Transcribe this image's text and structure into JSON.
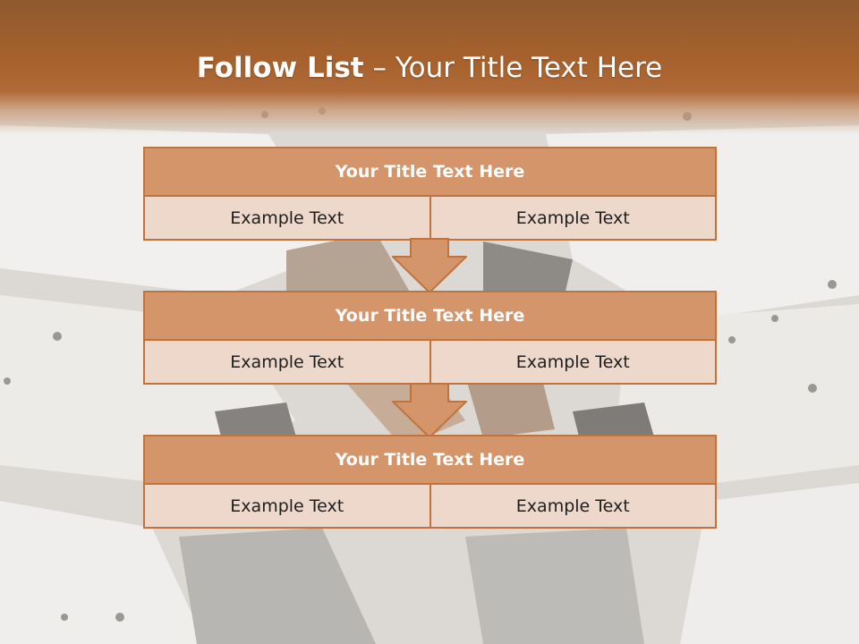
{
  "slide": {
    "title_bold": "Follow List",
    "title_rest": " – Your Title Text Here"
  },
  "steps": [
    {
      "title": "Your Title Text Here",
      "left": "Example Text",
      "right": "Example Text"
    },
    {
      "title": "Your Title Text Here",
      "left": "Example Text",
      "right": "Example Text"
    },
    {
      "title": "Your Title Text Here",
      "left": "Example Text",
      "right": "Example Text"
    }
  ],
  "colors": {
    "header": "#a7612d",
    "box_title_fill": "#d4956a",
    "box_border": "#bf743f",
    "box_cell_fill": "#eed8cc",
    "arrow_fill": "#d4956a"
  }
}
